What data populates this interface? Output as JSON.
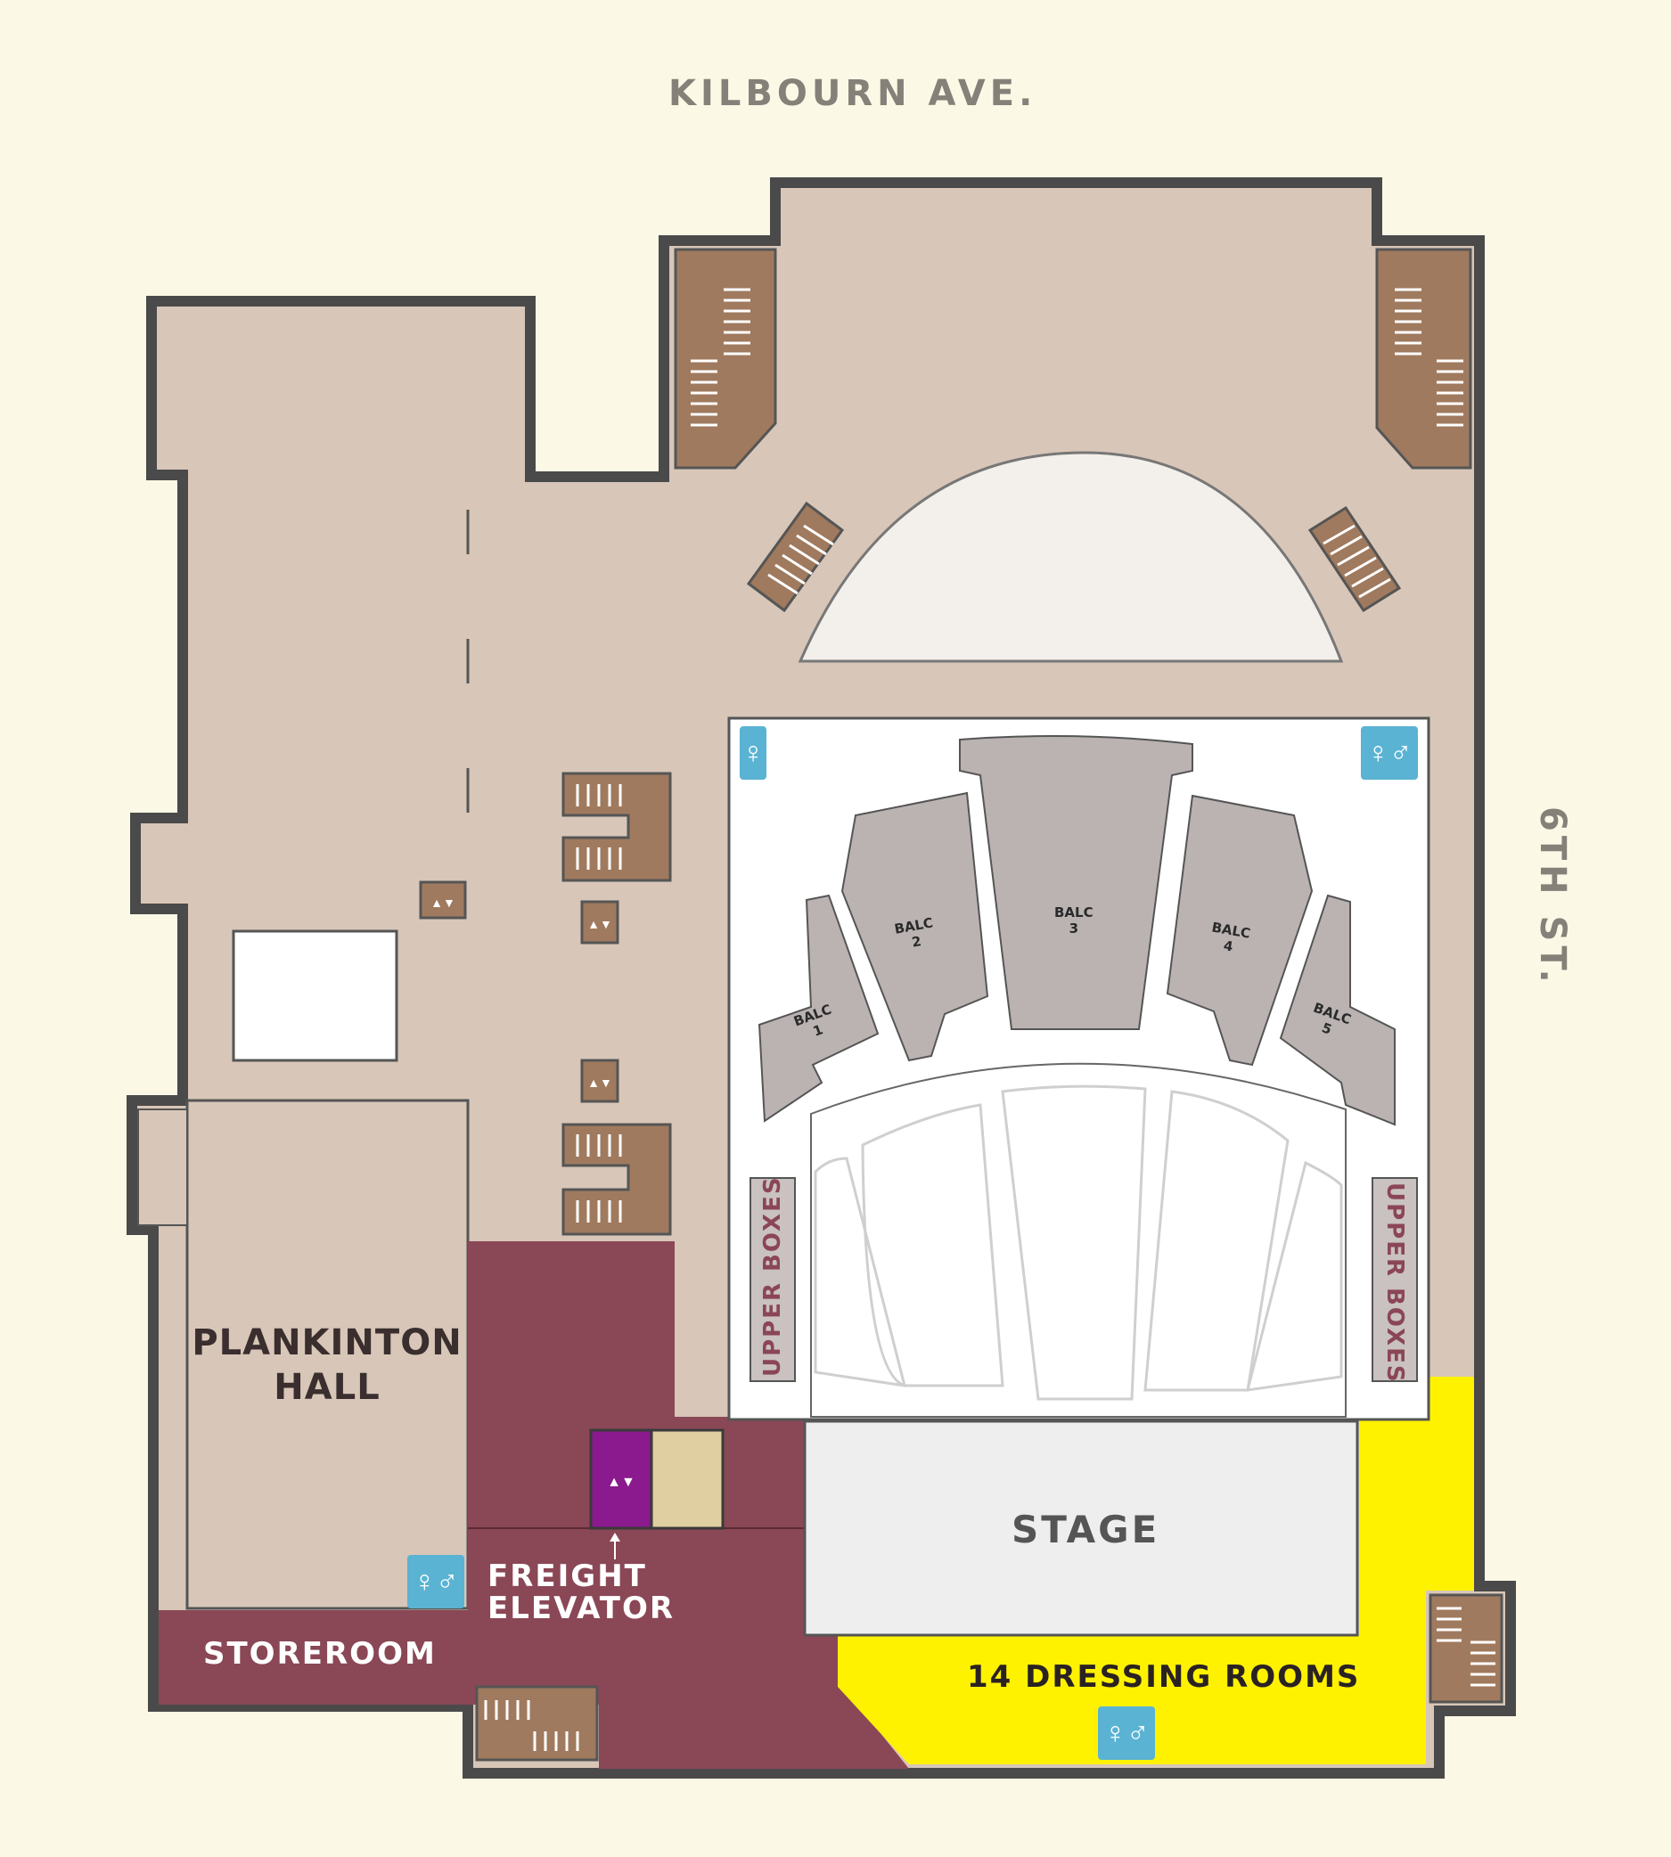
{
  "map": {
    "streets": {
      "north": "KILBOURN AVE.",
      "east": "6TH ST."
    },
    "rooms": {
      "plankinton_hall": [
        "PLANKINTON",
        "HALL"
      ],
      "storeroom": "STOREROOM",
      "freight_elevator": [
        "FREIGHT",
        "ELEVATOR"
      ],
      "stage": "STAGE",
      "dressing_rooms": "14 DRESSING ROOMS",
      "upper_boxes_left": "UPPER BOXES",
      "upper_boxes_right": "UPPER BOXES"
    },
    "balconies": [
      {
        "label": "BALC",
        "num": "1"
      },
      {
        "label": "BALC",
        "num": "2"
      },
      {
        "label": "BALC",
        "num": "3"
      },
      {
        "label": "BALC",
        "num": "4"
      },
      {
        "label": "BALC",
        "num": "5"
      }
    ],
    "icons": {
      "stairs": "stairs-icon",
      "elevator": "elevator-icon",
      "restroom_women": "womens-restroom-icon",
      "restroom_both": "restroom-icon",
      "arrow": "arrow-up-icon"
    },
    "colors": {
      "background": "#fcf8e6",
      "floor": "#d8c6b8",
      "wall": "#4a4a4a",
      "stairs": "#a07a5e",
      "storage_area": "#8a4756",
      "elevator": "#8a1a8e",
      "dressing_rooms": "#fff200",
      "restroom": "#5ab3d3",
      "balcony": "#bab3b2",
      "stage": "#eeeeee"
    }
  }
}
